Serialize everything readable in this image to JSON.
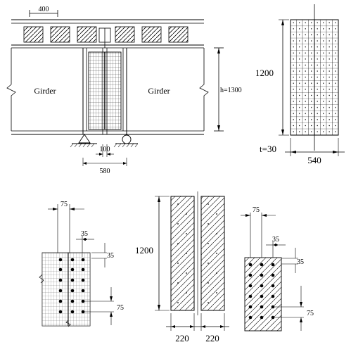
{
  "elevation": {
    "spacing_label": "400",
    "height_label": "h=1300",
    "left_girder_label": "Girder",
    "right_girder_label": "Girder",
    "gap_label": "100",
    "width_label": "580"
  },
  "plate_detail": {
    "height_label": "1200",
    "thickness_label": "t=30",
    "width_label": "540"
  },
  "bolt_detail_left": {
    "top_dim": "75",
    "pitch_h": "35",
    "pitch_v": "35",
    "row_dim": "75"
  },
  "split_plates": {
    "height_label": "1200",
    "left_width": "220",
    "right_width": "220"
  },
  "bolt_detail_right": {
    "top_dim": "75",
    "pitch_h": "35",
    "pitch_v": "35",
    "row_dim": "75"
  }
}
